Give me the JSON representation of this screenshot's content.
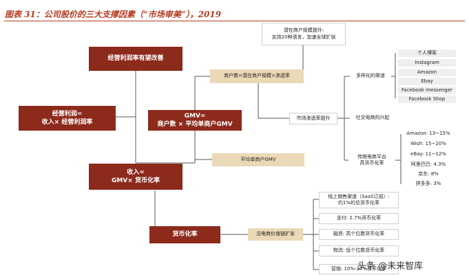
{
  "title": "图表 31：公司股价的三大支撑因素（“市场审美”），2019",
  "watermark": "头条 @未来智库",
  "nodes": {
    "margin_improve": "经营利润率有望改善",
    "op_profit": "经营利润=\n收入× 经营利润率",
    "gmv": "GMV=\n商户数 × 平均单商户GMV",
    "revenue": "收入=\nGMV× 货币化率",
    "monetization": "货币化率",
    "merchant_formula": "商户数=潜在商户规模×渗透率",
    "potential_merchants": "潜在商户规模提升:\n支持20种语言，加速全球扩张",
    "avg_gmv": "平均单商户GMV",
    "penetration": "市场渗透率提升",
    "multichannel": "多样化的渠道",
    "social": "社交电商的兴起",
    "traditional": "传统电商平台\n高货币化率",
    "ecom_chain": "沿电商价值链扩张"
  },
  "channels": [
    "个人博客",
    "Instagram",
    "Amazon",
    "Ebay",
    "Facebook messenger",
    "Facebook Shop"
  ],
  "platform_rates": [
    "Amazon: 13~15%",
    "Wish: 15~20%",
    "eBay: 11~12%",
    "阿里巴巴: 4.3%",
    "京东: 8%",
    "拼多多: 3%"
  ],
  "value_chain": [
    "线上销售渠道（SaaS订阅）:\n约1%的总货币化率",
    "支付: 2.7%货币化率",
    "融资: 高个位数货币化率",
    "物流: 低个位数货币化率",
    "营销: 10%-20%货币化率"
  ]
}
